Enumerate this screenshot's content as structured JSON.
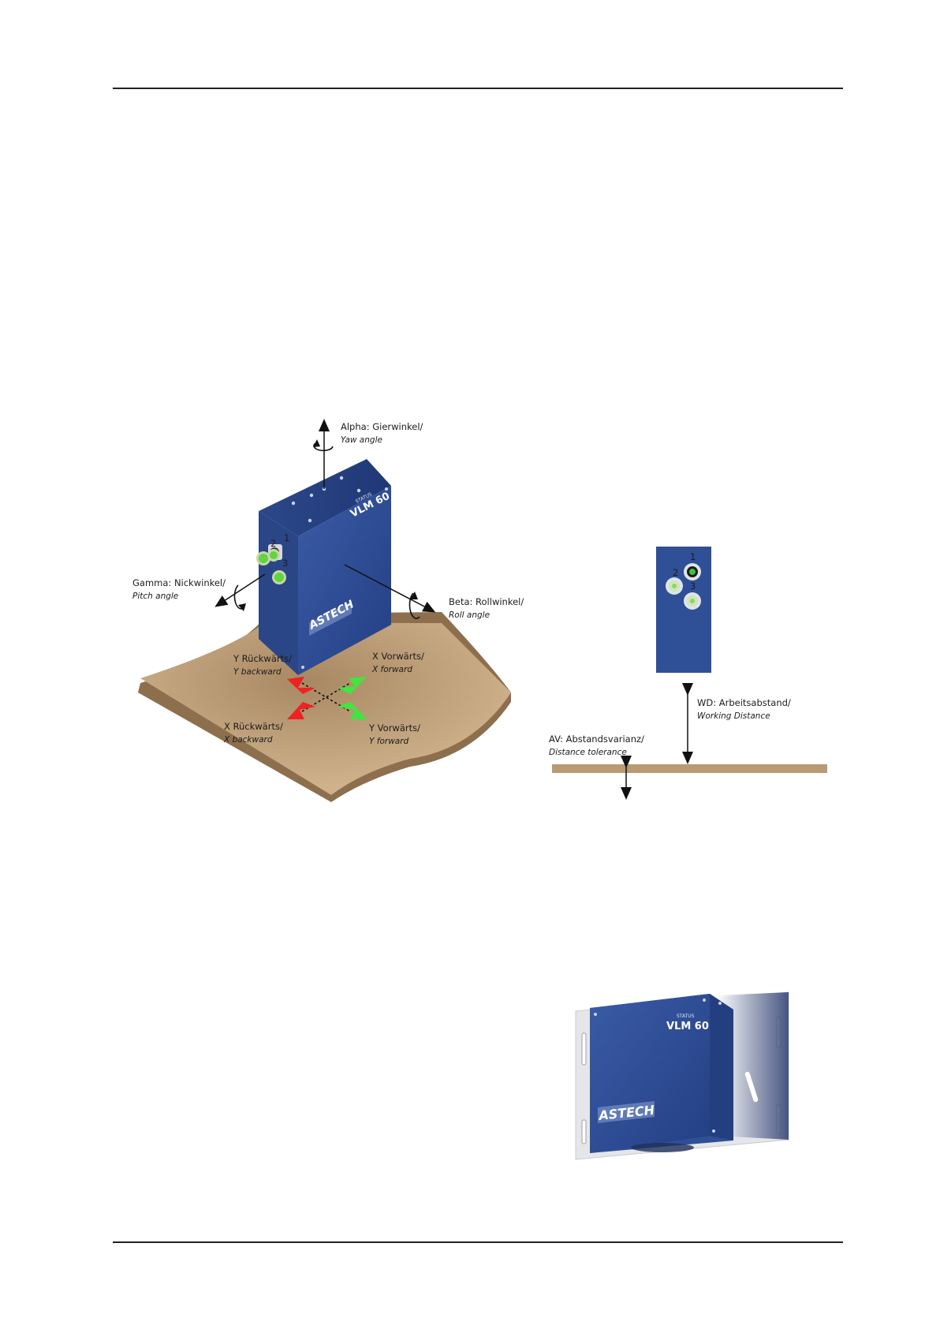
{
  "figure1": {
    "yaw_de": "Alpha: Gierwinkel/",
    "yaw_en": "Yaw angle",
    "pitch_de": "Gamma: Nickwinkel/",
    "pitch_en": "Pitch angle",
    "roll_de": "Beta: Rollwinkel/",
    "roll_en": "Roll angle",
    "y_back_de": "Y Rückwärts/",
    "y_back_en": "Y backward",
    "x_fwd_de": "X Vorwärts/",
    "x_fwd_en": "X forward",
    "x_back_de": "X Rückwärts/",
    "x_back_en": "X backward",
    "y_fwd_de": "Y Vorwärts/",
    "y_fwd_en": "Y forward",
    "device_model": "VLM 60",
    "device_status": "STATUS",
    "device_brand": "ASTECH",
    "port_1": "1",
    "port_2": "2",
    "port_3": "3"
  },
  "figure2": {
    "port_1": "1",
    "port_2": "2",
    "port_3": "3",
    "wd_de": "WD: Arbeitsabstand/",
    "wd_en": "Working Distance",
    "av_de": "AV: Abstandsvarianz/",
    "av_en": "Distance tolerance"
  },
  "figure3": {
    "device_status": "STATUS",
    "device_model": "VLM 60",
    "device_brand": "ASTECH"
  },
  "colors": {
    "device_blue": "#2f4f96",
    "surface": "#c9aa83",
    "arrow_green": "#3fe63f",
    "arrow_red": "#ee2222"
  }
}
